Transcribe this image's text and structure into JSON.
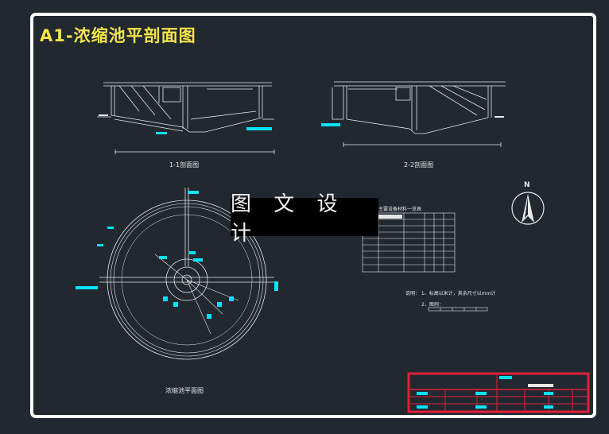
{
  "drawing": {
    "title": "A1-浓缩池平剖面图",
    "watermark": "图 文 设 计",
    "section_1": "1-1剖面图",
    "section_2": "2-2剖面图",
    "plan_label": "浓缩池平面图",
    "north": "N",
    "table_title": "主要设备材料一览表",
    "note_1": "说明： 1、标高以米计，其余尺寸以mm计",
    "note_2": "2、图例：",
    "colors": {
      "background": "#212830",
      "frame": "#ffffff",
      "title": "#f3e44a",
      "label": "#00e5ff",
      "title_block": "#e0203a",
      "linework": "#e8e8e8"
    }
  }
}
